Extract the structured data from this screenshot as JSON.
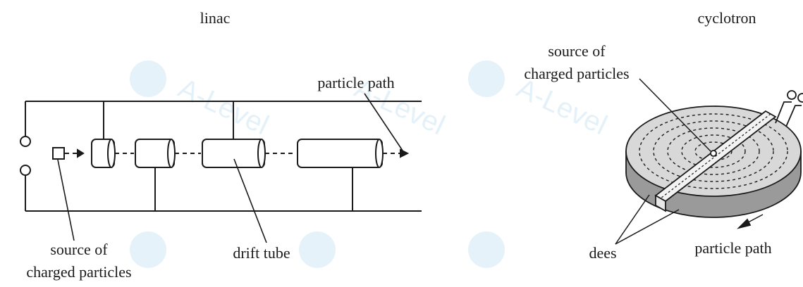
{
  "linac": {
    "title": "linac",
    "source_label_line1": "source of",
    "source_label_line2": "charged particles",
    "drift_tube_label": "drift tube",
    "particle_path_label": "particle path"
  },
  "cyclotron": {
    "title": "cyclotron",
    "source_label_line1": "source of",
    "source_label_line2": "charged particles",
    "dees_label": "dees",
    "particle_path_label": "particle path"
  },
  "watermark": {
    "text": "A-Level",
    "color": "#cfe6f3"
  },
  "colors": {
    "line": "#1a1a1a",
    "dee_side": "#9a9a9a",
    "dee_top": "#d8d8d8",
    "gap": "#f2f2f2"
  }
}
